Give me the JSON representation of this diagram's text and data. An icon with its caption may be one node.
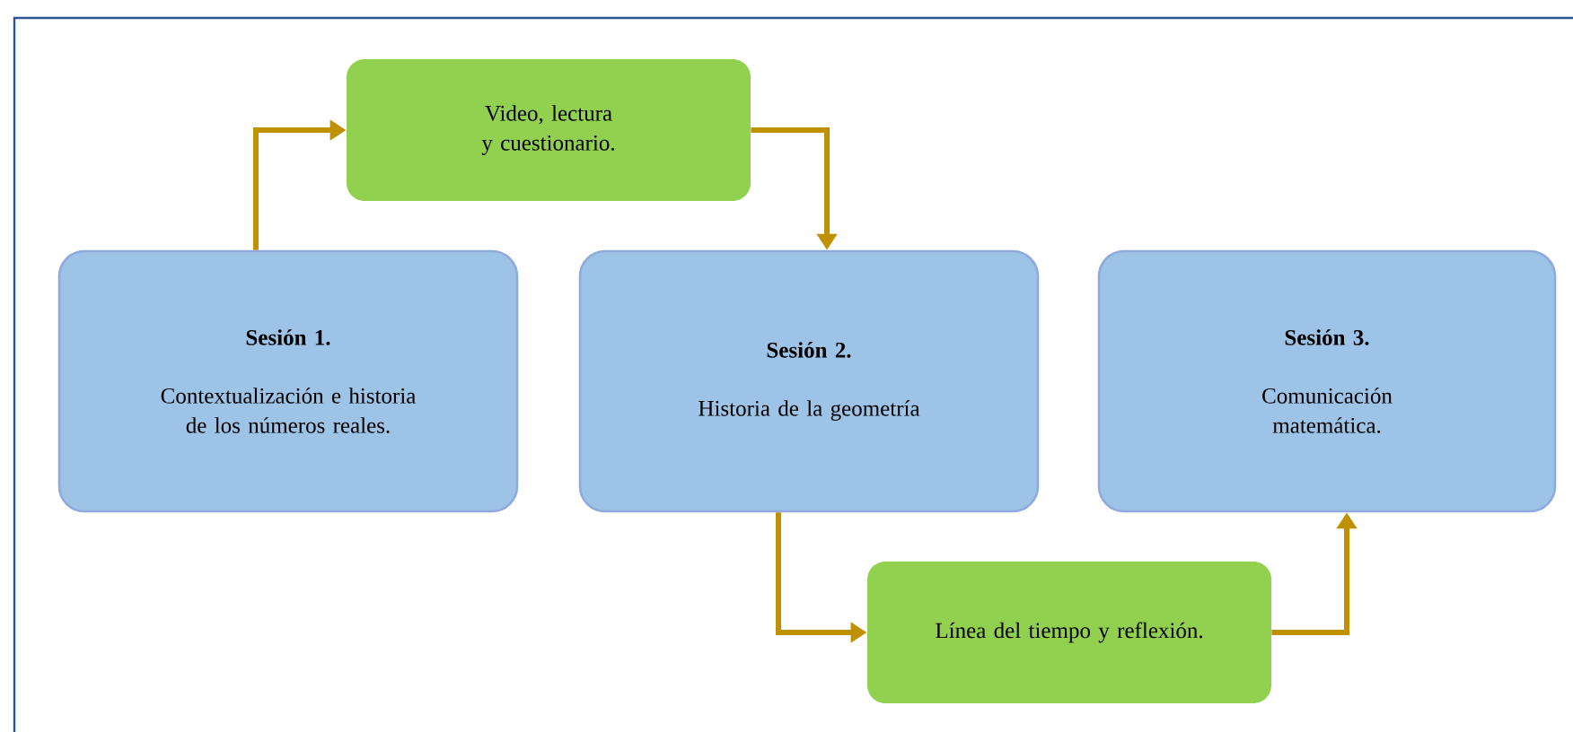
{
  "diagram": {
    "nodes": [
      {
        "text": [
          "Sesión 1.",
          "Contextualización e historia de los números reales."
        ]
      },
      {
        "text": [
          "Video, lectura y cuestionario."
        ]
      },
      {
        "text": [
          "Sesión 2.",
          "Historia de la geometría"
        ]
      },
      {
        "text": [
          "Línea del tiempo y reflexión."
        ]
      },
      {
        "text": [
          "Sesión 3.",
          "Comunicación matemática."
        ]
      }
    ],
    "edges": [
      {
        "from": 0,
        "to": 1,
        "arrow": "to"
      },
      {
        "from": 1,
        "to": 2,
        "arrow": "to"
      },
      {
        "from": 2,
        "to": 3,
        "arrow": "to"
      },
      {
        "from": 3,
        "to": 4,
        "arrow": "to"
      }
    ]
  }
}
